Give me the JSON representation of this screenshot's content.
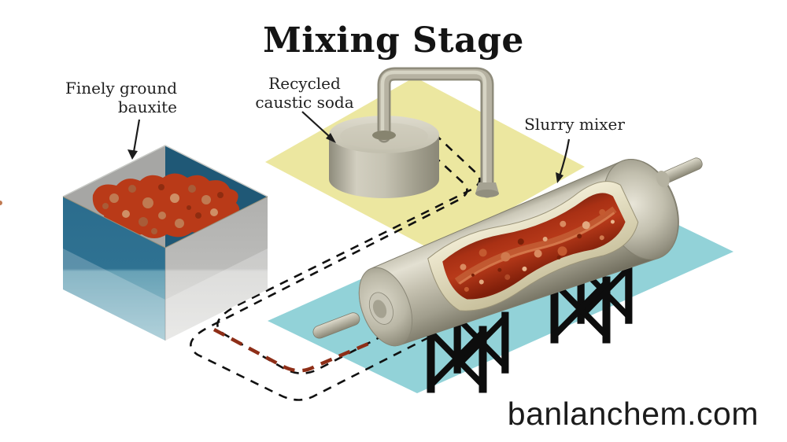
{
  "title": "Mixing Stage",
  "labels": {
    "bauxite_line1": "Finely ground",
    "bauxite_line2": "bauxite",
    "caustic_line1": "Recycled",
    "caustic_line2": "caustic soda",
    "slurry": "Slurry mixer"
  },
  "watermark": "banlanchem.com",
  "colors": {
    "bauxite_red": "#b93a18",
    "slurry_red": "#a93014",
    "caustic_platform_yellow": "#ece7a0",
    "mixer_platform_cyan": "#92d2d8",
    "metal_gray": "#c6c3b3",
    "container_teal": "#2b6c8d",
    "flow_line_black": "#111111",
    "bauxite_flow_red": "#8e2e17"
  }
}
